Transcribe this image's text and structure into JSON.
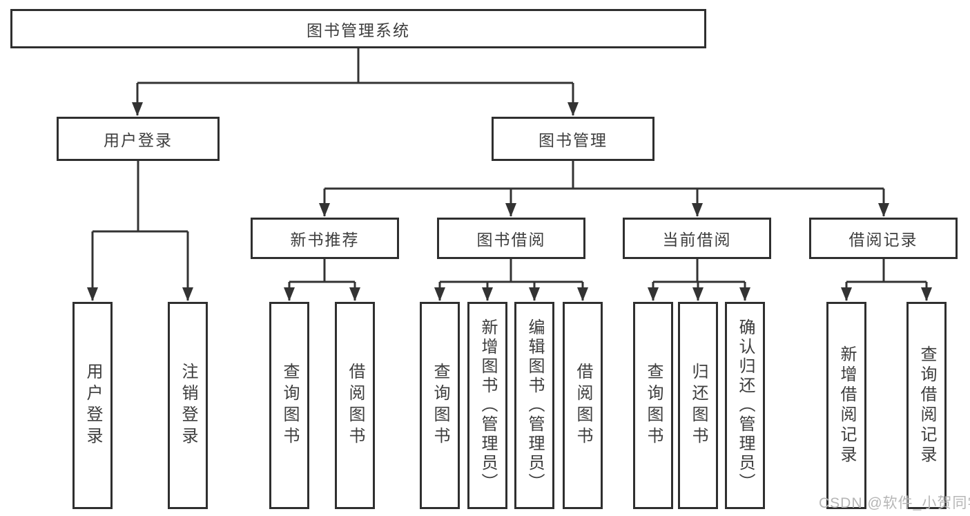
{
  "diagram": {
    "root": {
      "label": "图书管理系统"
    },
    "level2": {
      "user_login": {
        "label": "用户登录"
      },
      "book_mgmt": {
        "label": "图书管理"
      }
    },
    "level3": {
      "new_book": {
        "label": "新书推荐"
      },
      "book_borrow": {
        "label": "图书借阅"
      },
      "current_borrow": {
        "label": "当前借阅"
      },
      "borrow_record": {
        "label": "借阅记录"
      }
    },
    "leaves": {
      "ul_login": {
        "label": "用户登录"
      },
      "ul_logout": {
        "label": "注销登录"
      },
      "nb_query": {
        "label": "查询图书"
      },
      "nb_borrow": {
        "label": "借阅图书"
      },
      "bb_query": {
        "label": "查询图书"
      },
      "bb_add": {
        "label": "新增图书（管理员）"
      },
      "bb_edit": {
        "label": "编辑图书（管理员）"
      },
      "bb_borrow": {
        "label": "借阅图书"
      },
      "cb_query": {
        "label": "查询图书"
      },
      "cb_return": {
        "label": "归还图书"
      },
      "cb_confirm": {
        "label": "确认归还（管理员）"
      },
      "br_add": {
        "label": "新增借阅记录"
      },
      "br_query": {
        "label": "查询借阅记录"
      }
    },
    "watermark": "CSDN @软件_小贺同学",
    "colors": {
      "line": "#333333",
      "box_border": "#2f2f2f",
      "box_fill": "#ffffff",
      "text": "#3d3d3d",
      "watermark": "#b6b6b6"
    }
  }
}
